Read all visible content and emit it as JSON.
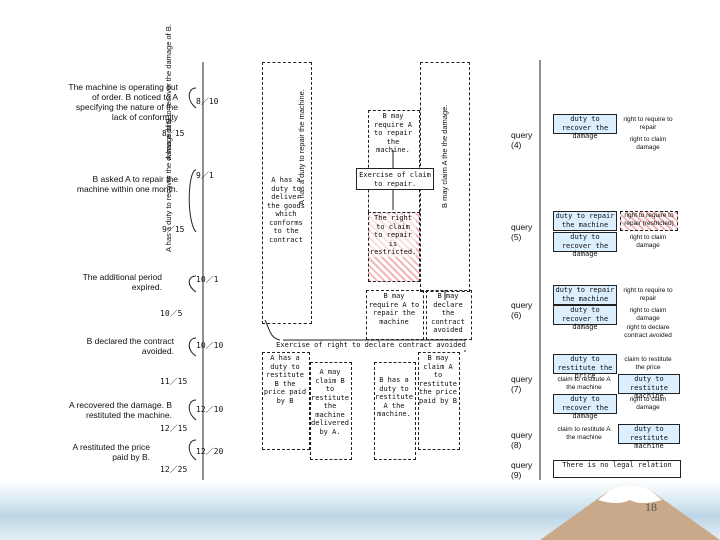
{
  "events": [
    "The machine is operating out of order. B noticed to A specifying the nature of the lack of conformity",
    "B asked A to repair the machine within one month.",
    "The additional period expired.",
    "B declared the contract avoided.",
    "A recovered the damage. B restituted the machine.",
    "A restituted the price paid by B."
  ],
  "dates": [
    "8／10",
    "8／15",
    "9／1",
    "9／15",
    "10／1",
    "10／5",
    "10／10",
    "11／15",
    "12／10",
    "12／15",
    "12／20",
    "12／25"
  ],
  "vertical_labels": {
    "a_duty_recover_1": "A has a duty to recover the damage of B.",
    "a_duty_recover_2": "A has a duty to recover the damage of B.",
    "a_duty_repair": "A has a duty to repair the machine.",
    "b_claim_damage": "B may claim A the the damage."
  },
  "middle": {
    "a_duty_deliver": "A has a duty to deliver the goods which conforms to the contract",
    "b_require_repair": "B may require A to repair the machine.",
    "exercise_claim": "Exercise of claim to repair.",
    "right_restricted": "The right to claim to repair is restricted.",
    "b_require_repair_2": "B may require A to repair the machine",
    "b_declare_avoided": "B may declare the contract avoided",
    "exercise_declare": "Exercise of right to declare contract avoided",
    "a_duty_restitute": "A has a duty to restitute B the price paid by B",
    "a_claim_restitute": "A may claim B to restitute the machine delivered by A.",
    "b_duty_restitute": "B has a duty to restitute A the machine.",
    "b_claim_restitute": "B may claim A to restitute the price paid by B"
  },
  "queries": [
    "query (4)",
    "query (5)",
    "query (6)",
    "query (7)",
    "query (8)",
    "query (9)"
  ],
  "right": {
    "q4_box": "duty to recover the damage",
    "q4_t1": "right to require to repair",
    "q4_t2": "right to claim damage",
    "q5_box1": "duty to repair the machine",
    "q5_hatch": "right to require to repair (restricted)",
    "q5_box2": "duty to recover the damage",
    "q5_t": "right to claim damage",
    "q6_box1": "duty to repair the machine",
    "q6_t1": "right to require to repair",
    "q6_box2": "duty to recover the damage",
    "q6_t2": "right to claim damage",
    "q6_t3": "right to declare contract avoided",
    "q7_box1": "duty to restitute the price",
    "q7_t1": "claim to restitute the price",
    "q7_t2": "claim to restitute A the machine",
    "q7_box2": "duty to restitute machine",
    "q7_box3": "duty to recover the damage",
    "q7_t3": "right to claim damage",
    "q8_t": "claim to restitute A the machine",
    "q8_box": "duty to restitute machine",
    "q9_box": "There is no legal relation"
  },
  "page_number": "18"
}
